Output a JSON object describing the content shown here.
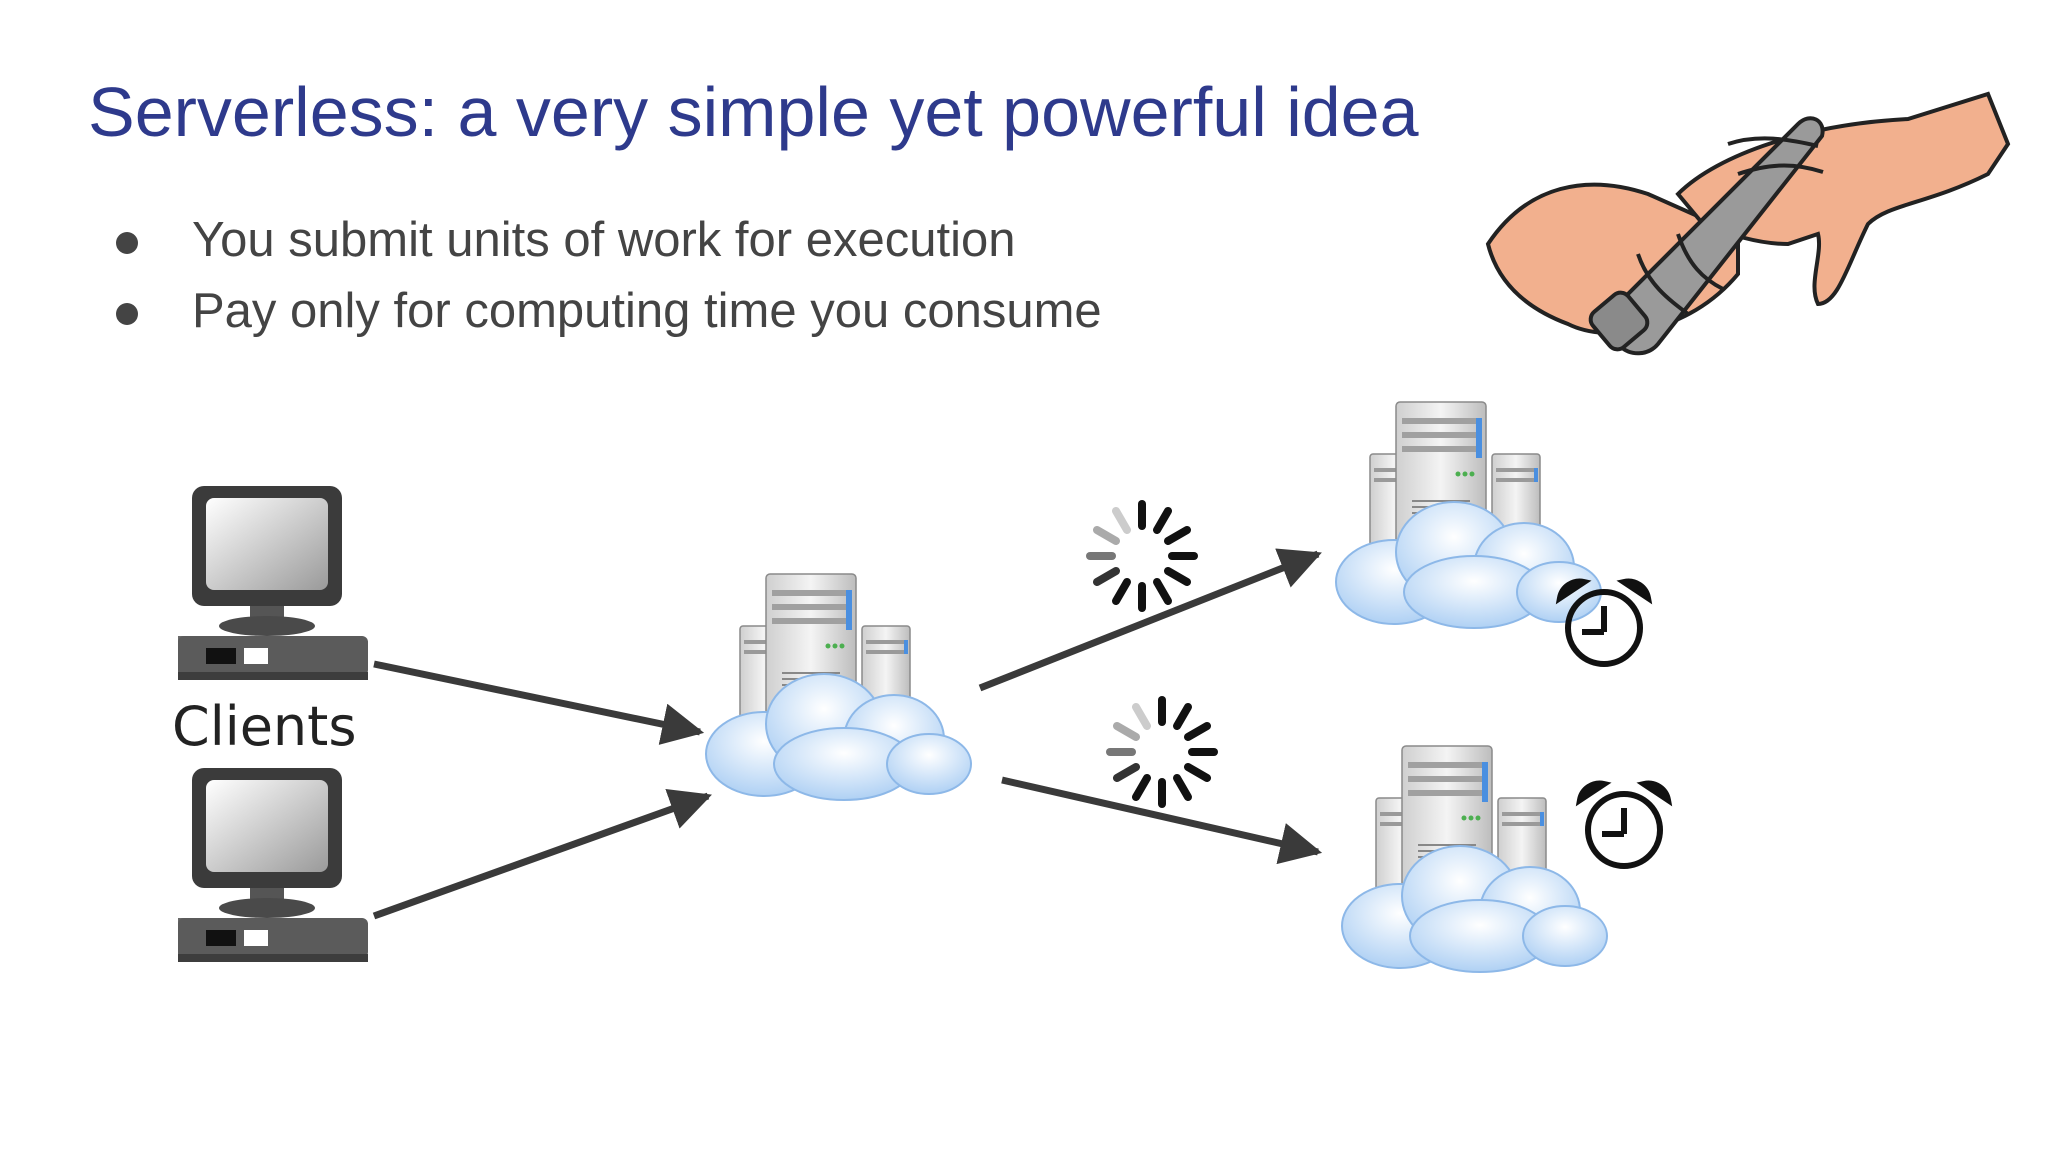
{
  "slide": {
    "title": "Serverless: a very simple yet powerful idea",
    "bullets": [
      "You submit units of work for execution",
      "Pay only for computing time you consume"
    ]
  },
  "diagram": {
    "clients_label": "Clients"
  },
  "icons": [
    "hands-timer-illustration",
    "computer-icon",
    "cloud-server-icon",
    "loading-spinner-icon",
    "alarm-clock-icon"
  ],
  "colors": {
    "title": "#2e3a8c",
    "text": "#444444",
    "arrow": "#3a3a3a",
    "cloud": "#bcd6f4",
    "skin": "#f2b08e"
  }
}
